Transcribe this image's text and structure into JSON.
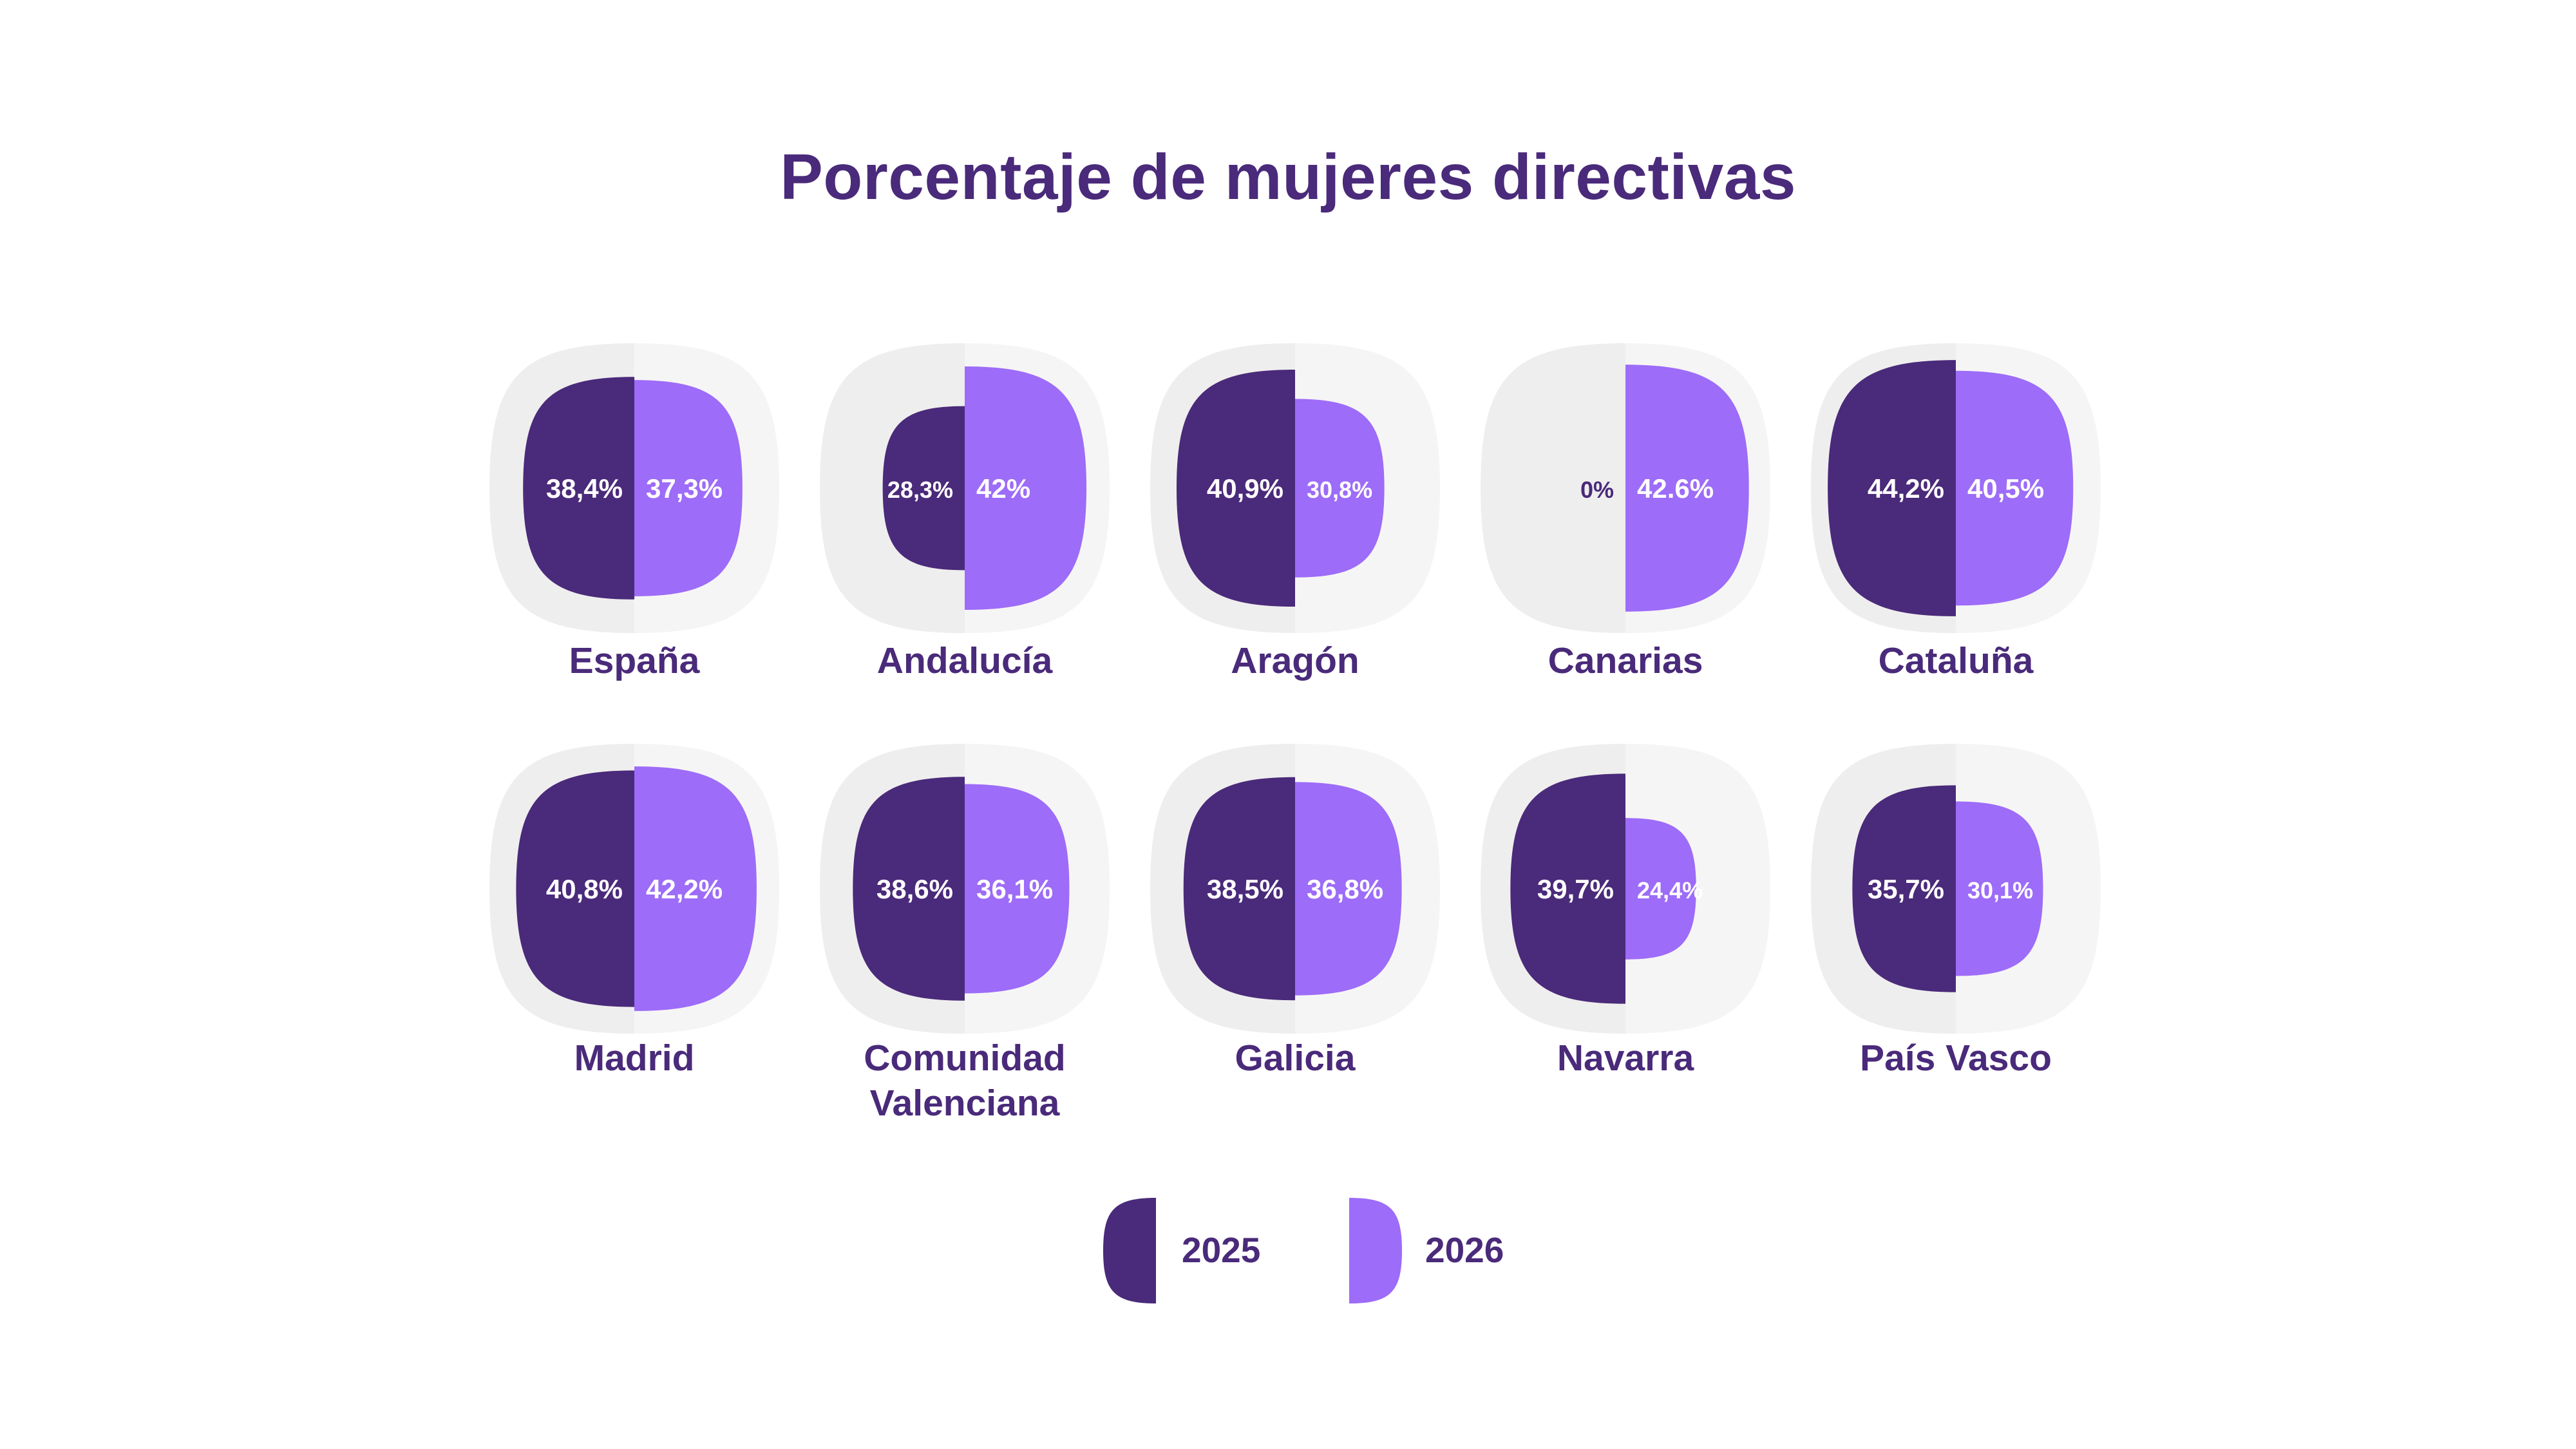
{
  "chart_data": {
    "type": "paired-petal",
    "title": "Porcentaje de mujeres directivas",
    "series": [
      {
        "name": "2025",
        "color": "#4a2a7a"
      },
      {
        "name": "2026",
        "color": "#9d6cf8"
      }
    ],
    "background_color": "#f1f0f0",
    "categories": [
      "España",
      "Andalucía",
      "Aragón",
      "Canarias",
      "Cataluña",
      "Madrid",
      "Comunidad Valenciana",
      "Galicia",
      "Navarra",
      "País Vasco"
    ],
    "regions": [
      {
        "name": "España",
        "v2025": 38.4,
        "v2026": 37.3,
        "label2025": "38,4%",
        "label2026": "37,3%"
      },
      {
        "name": "Andalucía",
        "v2025": 28.3,
        "v2026": 42.0,
        "label2025": "28,3%",
        "label2026": "42%"
      },
      {
        "name": "Aragón",
        "v2025": 40.9,
        "v2026": 30.8,
        "label2025": "40,9%",
        "label2026": "30,8%"
      },
      {
        "name": "Canarias",
        "v2025": 0,
        "v2026": 42.6,
        "label2025": "0%",
        "label2026": "42.6%"
      },
      {
        "name": "Cataluña",
        "v2025": 44.2,
        "v2026": 40.5,
        "label2025": "44,2%",
        "label2026": "40,5%"
      },
      {
        "name": "Madrid",
        "v2025": 40.8,
        "v2026": 42.2,
        "label2025": "40,8%",
        "label2026": "42,2%"
      },
      {
        "name": "Comunidad Valenciana",
        "v2025": 38.6,
        "v2026": 36.1,
        "label2025": "38,6%",
        "label2026": "36,1%"
      },
      {
        "name": "Galicia",
        "v2025": 38.5,
        "v2026": 36.8,
        "label2025": "38,5%",
        "label2026": "36,8%"
      },
      {
        "name": "Navarra",
        "v2025": 39.7,
        "v2026": 24.4,
        "label2025": "39,7%",
        "label2026": "24,4%"
      },
      {
        "name": "País Vasco",
        "v2025": 35.7,
        "v2026": 30.1,
        "label2025": "35,7%",
        "label2026": "30,1%"
      }
    ],
    "legend": [
      "2025",
      "2026"
    ],
    "legend_position": "bottom-center"
  }
}
